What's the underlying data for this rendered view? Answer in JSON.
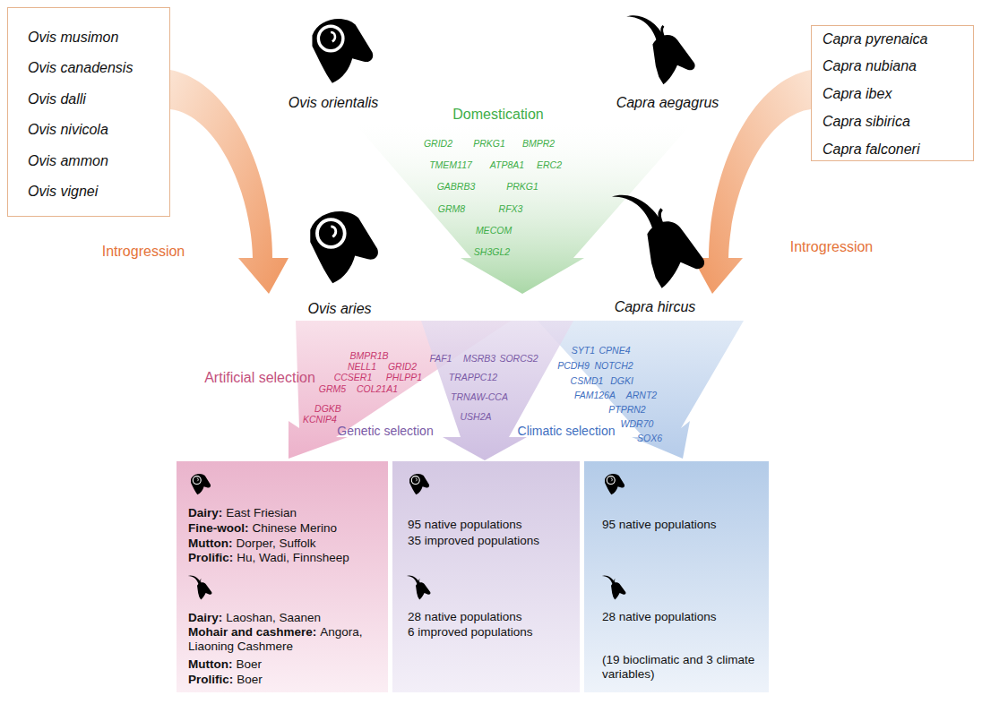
{
  "diagram": {
    "nodes": [
      {
        "text": [
          "Ovis musimon",
          "Ovis canadensis",
          "Ovis dalli",
          "Ovis nivicola",
          "Ovis ammon",
          "Ovis vignei"
        ]
      },
      {
        "text": [
          "Capra pyrenaica",
          "Capra nubiana",
          "Capra ibex",
          "Capra sibirica",
          "Capra falconeri"
        ]
      },
      {
        "text": [
          "Dairy:",
          "East Friesian",
          "Fine-wool:",
          "Chinese Merino",
          "Mutton:",
          "Dorper, Suffolk",
          "Prolific:",
          "Hu, Wadi, Finnsheep",
          "Dairy:",
          "Laoshan,  Saanen",
          "Mohair and cashmere:",
          "Angora, Liaoning Cashmere",
          "Mutton:",
          "Boer",
          "Prolific:",
          "Boer"
        ]
      },
      {
        "text": [
          "95 native populations",
          "35 improved populations",
          "28 native populations",
          "6 improved populations"
        ]
      },
      {
        "text": [
          "95 native populations",
          "28 native populations",
          "(19 bioclimatic and 3 climate variables)"
        ]
      }
    ],
    "labels": [
      "Ovis orientalis",
      "Capra aegagrus",
      "Domestication",
      "GRID2",
      "PRKG1",
      "BMPR2",
      "TMEM117",
      "ATP8A1",
      "ERC2",
      "GABRB3",
      "PRKG1",
      "GRM8",
      "RFX3",
      "MECOM",
      "SH3GL2",
      "Introgression",
      "Introgression",
      "Ovis aries",
      "Capra hircus",
      "Artificial selection",
      "BMPR1B",
      "NELL1",
      "GRID2",
      "CCSER1",
      "PHLPP1",
      "GRM5",
      "COL21A1",
      "DGKB",
      "KCNIP4",
      "FAF1",
      "MSRB3",
      "SORCS2",
      "TRAPPC12",
      "TRNAW-CCA",
      "USH2A",
      "SYT1",
      "CPNE4",
      "PCDH9",
      "NOTCH2",
      "CSMD1",
      "DGKI",
      "FAM126A",
      "ARNT2",
      "PTPRN2",
      "WDR70",
      "SOX6",
      "Genetic selection",
      "Climatic selection"
    ]
  }
}
